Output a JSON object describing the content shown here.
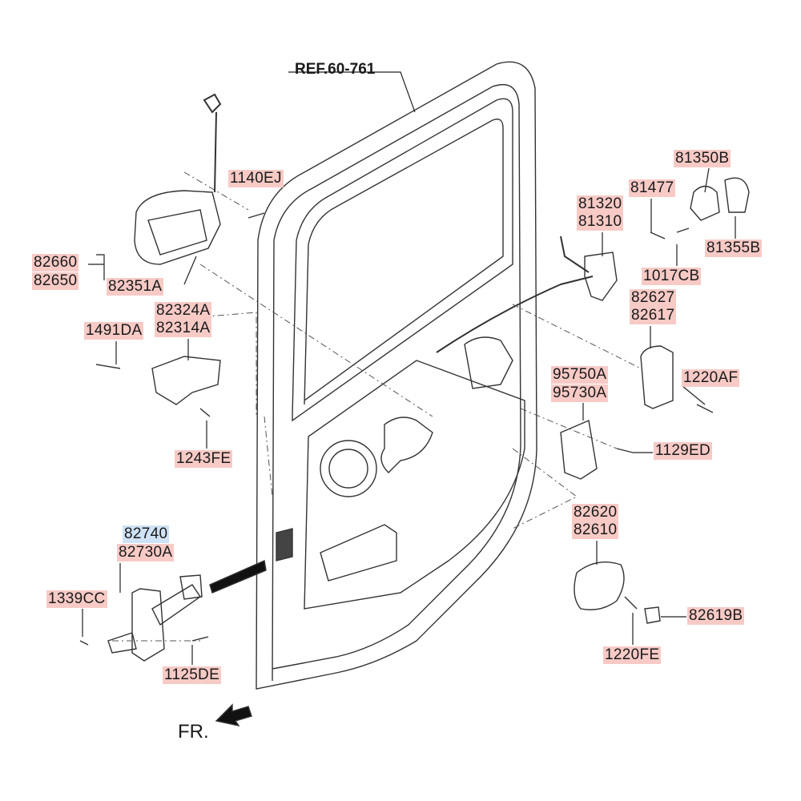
{
  "diagram": {
    "reference": "REF.60-761",
    "direction_marker": "FR.",
    "highlight_colors": {
      "part": "#f7cac6",
      "alternate": "#cfe2f6"
    },
    "labels": {
      "p1140EJ": "1140EJ",
      "p82660": "82660",
      "p82650": "82650",
      "p82351A": "82351A",
      "p82324A": "82324A",
      "p82314A": "82314A",
      "p1491DA": "1491DA",
      "p1243FE": "1243FE",
      "p82740": "82740",
      "p82730A": "82730A",
      "p1339CC": "1339CC",
      "p1125DE": "1125DE",
      "p81350B": "81350B",
      "p81477": "81477",
      "p81320": "81320",
      "p81310": "81310",
      "p81355B": "81355B",
      "p1017CB": "1017CB",
      "p82627": "82627",
      "p82617": "82617",
      "p1220AF": "1220AF",
      "p95750A": "95750A",
      "p95730A": "95730A",
      "p1129ED": "1129ED",
      "p82620": "82620",
      "p82610": "82610",
      "p82619B": "82619B",
      "p1220FE": "1220FE"
    }
  }
}
